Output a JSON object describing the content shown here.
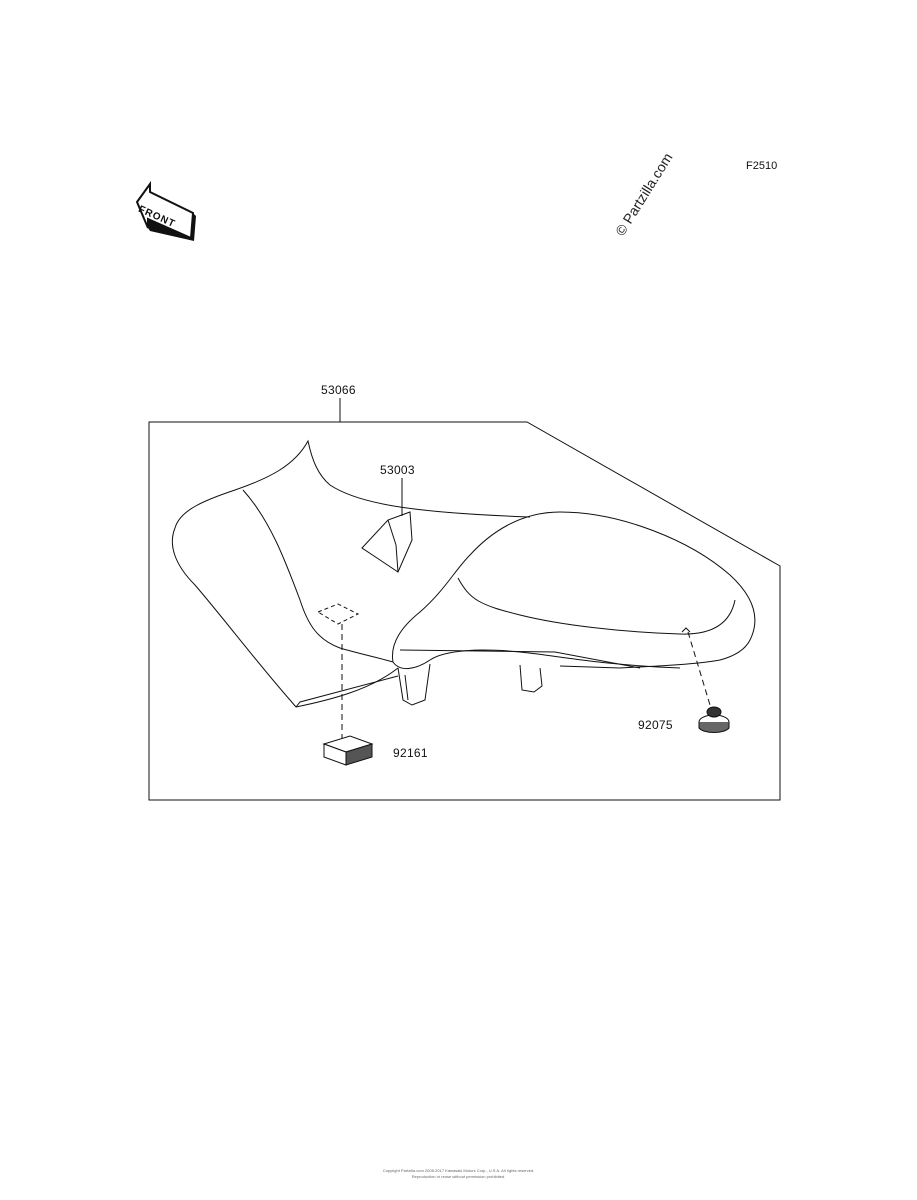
{
  "diagram_code": "F2510",
  "watermark": "© Partzilla.com",
  "front_badge": "FRONT",
  "parts": {
    "seat_assy": "53066",
    "label": "53003",
    "damper": "92161",
    "grommet": "92075"
  },
  "footer": {
    "line1": "Copyright Partzilla.com 2008-2017 Kawasaki Motors Corp., U.S.A. All rights reserved.",
    "line2": "Reproduction or reuse without permission prohibited."
  }
}
